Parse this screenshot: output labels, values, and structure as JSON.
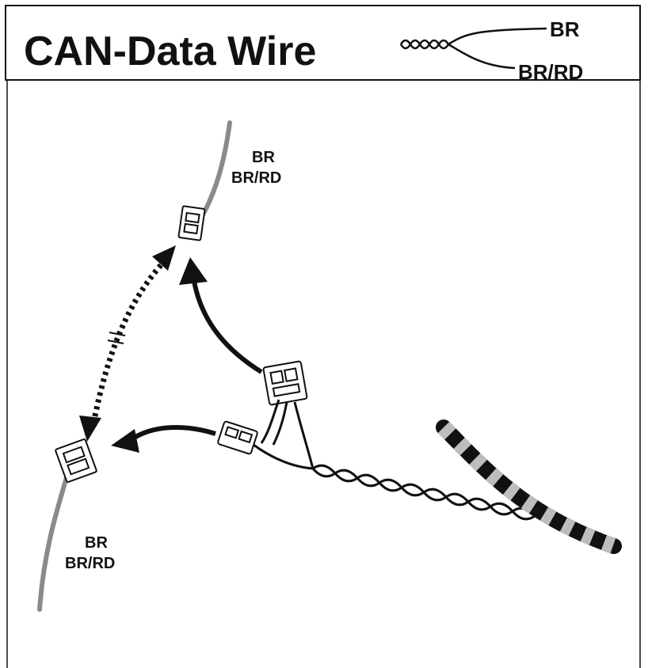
{
  "header": {
    "title": "CAN-Data Wire",
    "wire_label_top": "BR",
    "wire_label_bottom": "BR/RD"
  },
  "diagram": {
    "upper_harness": {
      "label_line1": "BR",
      "label_line2": "BR/RD"
    },
    "lower_harness": {
      "label_line1": "BR",
      "label_line2": "BR/RD"
    }
  },
  "colors": {
    "ink": "#111111",
    "harness": "#8a8a8a",
    "wrap_light": "#bdbdbd"
  }
}
